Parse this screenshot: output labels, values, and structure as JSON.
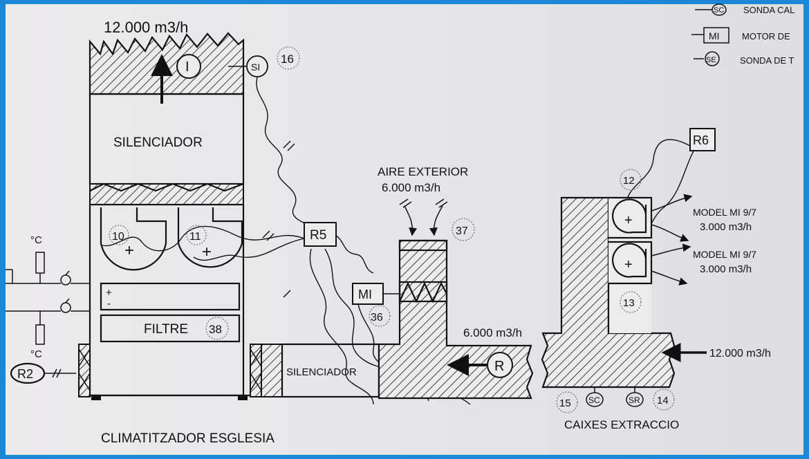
{
  "supply_airflow": "12.000 m3/h",
  "legend": {
    "items": [
      {
        "symbol": "SC",
        "text": "SONDA CAL"
      },
      {
        "symbol": "MI",
        "text": "MOTOR DE"
      },
      {
        "symbol": "SE",
        "text": "SONDA DE T"
      }
    ]
  },
  "climatitzador": {
    "title": "CLIMATITZADOR ESGLESIA",
    "fan_symbol": "I",
    "silencer_label": "SILENCIADOR",
    "fan_numbers": [
      "10",
      "11"
    ],
    "coil_plus": "+",
    "coil_minus": "-",
    "filter_label": "FILTRE",
    "filter_number": "38",
    "sensor_si": "SI",
    "sensor_si_number": "16",
    "valve_unit": "°C",
    "r2_label": "R2"
  },
  "controls": {
    "r5_label": "R5",
    "mi_label": "MI",
    "mi_number": "36",
    "r6_label": "R6",
    "r6_number": "12"
  },
  "return_duct": {
    "silencer_label": "SILENCIADOR",
    "fan_label": "R",
    "airflow": "6.000 m3/h"
  },
  "outside_air": {
    "title": "AIRE EXTERIOR",
    "airflow": "6.000 m3/h",
    "number": "37"
  },
  "extraction": {
    "title": "CAIXES EXTRACCIO",
    "fans": [
      {
        "model": "MODEL MI 9/7",
        "airflow": "3.000 m3/h"
      },
      {
        "model": "MODEL MI 9/7",
        "airflow": "3.000 m3/h"
      }
    ],
    "box_number": "13",
    "inlet_airflow": "12.000 m3/h",
    "sensors": [
      {
        "number": "15"
      },
      {
        "symbol": "SC"
      },
      {
        "symbol": "SR"
      },
      {
        "number": "14"
      }
    ]
  }
}
